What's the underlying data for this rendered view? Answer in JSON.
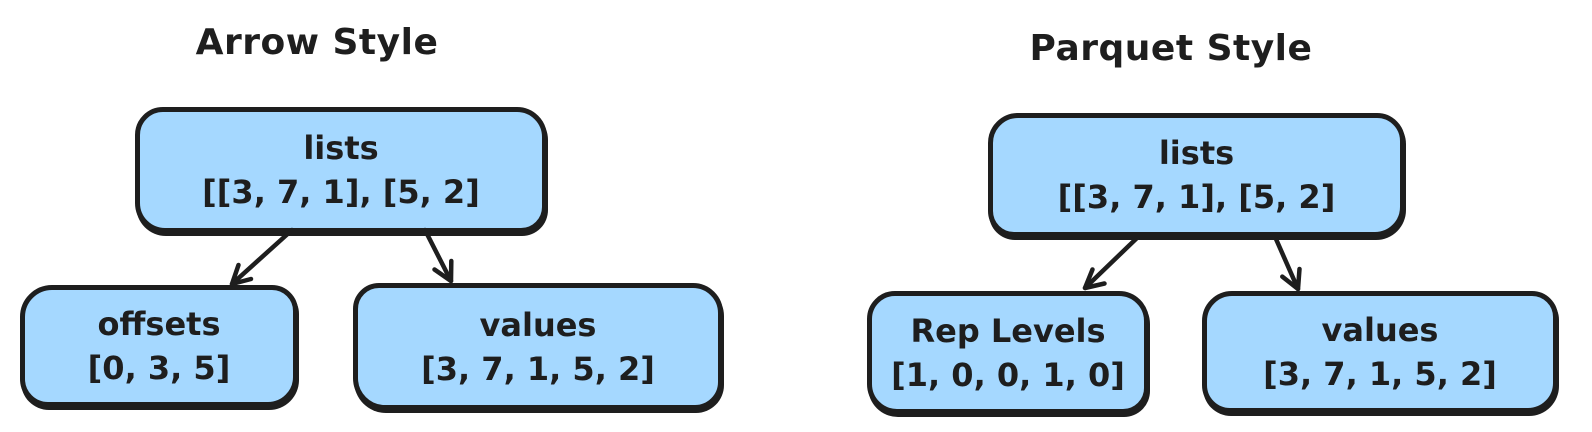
{
  "canvas": {
    "background": "#ffffff"
  },
  "colors": {
    "box_fill": "#a5d8ff",
    "stroke": "#1e1e1e",
    "text": "#1e1e1e"
  },
  "diagrams": [
    {
      "title": "Arrow Style",
      "root": {
        "label": "lists",
        "value": "[[3, 7, 1], [5, 2]"
      },
      "children": [
        {
          "label": "offsets",
          "value": "[0, 3, 5]"
        },
        {
          "label": "values",
          "value": "[3, 7, 1, 5, 2]"
        }
      ]
    },
    {
      "title": "Parquet Style",
      "root": {
        "label": "lists",
        "value": "[[3, 7, 1], [5, 2]"
      },
      "children": [
        {
          "label": "Rep Levels",
          "value": "[1, 0, 0, 1, 0]"
        },
        {
          "label": "values",
          "value": "[3, 7, 1, 5, 2]"
        }
      ]
    }
  ]
}
